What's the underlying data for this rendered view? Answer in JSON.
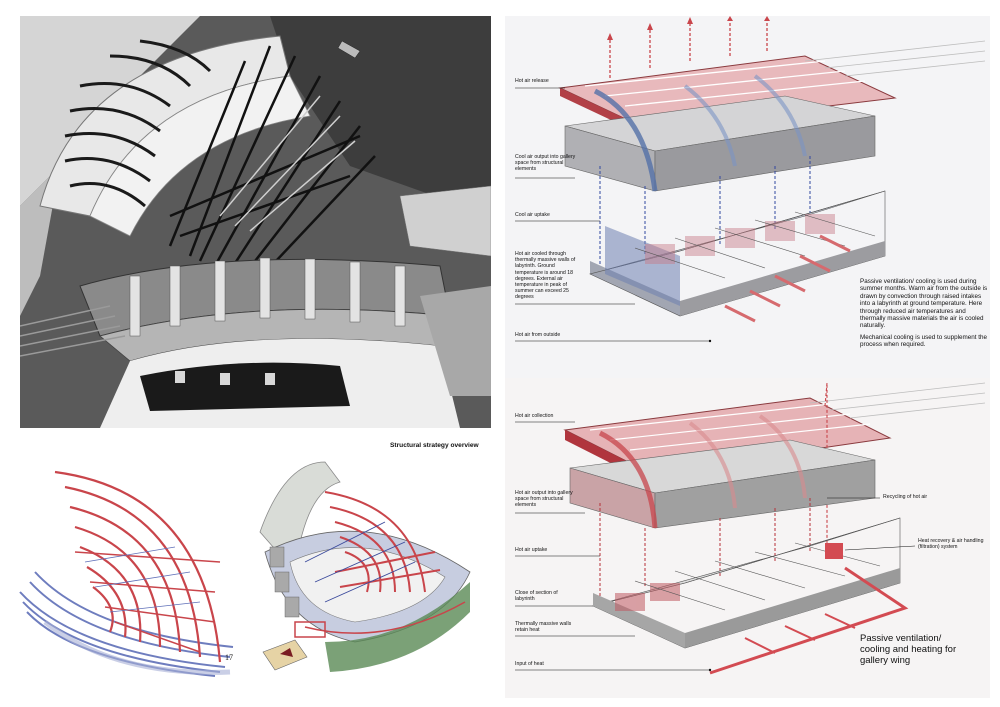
{
  "render_top": {
    "labels": [
      "Hot air release",
      "Cool air output into gallery space from structural elements",
      "Cool air uptake",
      "Hot air cooled through thermally massive walls of labyrinth. Ground temperature is around 18 degrees. External air temperature in peak of summer can exceed 25 degrees",
      "Hot air from outside"
    ],
    "description": [
      "Passive ventilation/ cooling is used during summer months. Warm air from the outside is drawn by convection through raised intakes into a labyrinth at ground temperature. Here through reduced air temperatures and thermally massive materials the air is cooled naturally.",
      "Mechanical cooling is used to supplement the process when required."
    ]
  },
  "render_bottom": {
    "labels_left": [
      "Hot air collection",
      "Hot air output into gallery space from structural elements",
      "Hot air uptake",
      "Close of section of labyrinth",
      "Thermally massive walls retain heat",
      "Input of heat"
    ],
    "labels_right": [
      "Recycling of hot air",
      "Heat recovery & air handling (filtration) system"
    ],
    "title": "Passive ventilation/ cooling and heating for gallery wing"
  },
  "structural": {
    "title": "Structural strategy overview",
    "page_number": "17"
  },
  "colors": {
    "hot_red": "#c9454b",
    "cool_blue": "#4b5fa8",
    "grey_model": "#8e8e8e",
    "dark_ground": "#3c3c3c"
  }
}
